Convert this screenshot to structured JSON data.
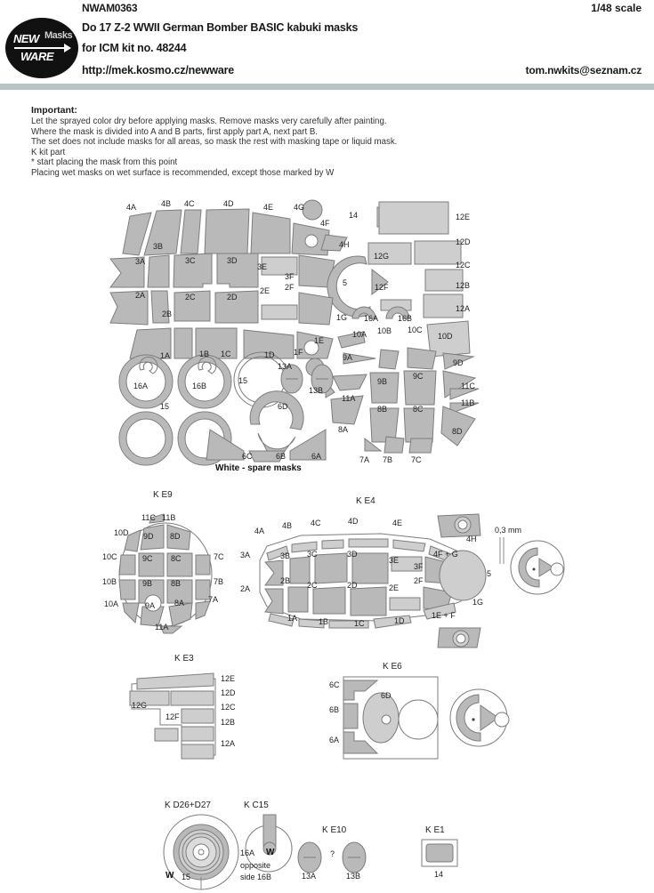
{
  "header": {
    "product_code": "NWAM0363",
    "scale": "1/48 scale",
    "title": "Do 17 Z-2 WWII German Bomber BASIC kabuki masks",
    "kit_line": "for ICM kit no. 48244",
    "url": "http://mek.kosmo.cz/newware",
    "email": "tom.nwkits@seznam.cz",
    "logo": {
      "new": "NEW",
      "masks": "Masks",
      "ware": "WARE"
    }
  },
  "important": {
    "heading": "Important:",
    "lines": [
      "Let the sprayed color dry before applying masks. Remove masks very carefully after painting.",
      "Where the mask is divided into A and B parts, first apply part A, next part B.",
      "The set does not include masks for all areas, so mask the rest with masking tape or liquid mask.",
      "K  kit part",
      "*  start placing the mask from this point",
      "Placing wet masks on wet surface is recommended, except those marked by W"
    ]
  },
  "sheet": {
    "caption_white_spare": "White - spare masks",
    "labels_row4": [
      "4A",
      "4B",
      "4C",
      "4D",
      "4E",
      "4G",
      "4F",
      "4H"
    ],
    "labels_row3": [
      "3B",
      "3A",
      "3C",
      "3D",
      "3E",
      "3F"
    ],
    "labels_row2": [
      "2A",
      "2B",
      "2C",
      "2D",
      "2E",
      "2F"
    ],
    "labels_row1": [
      "1A",
      "1B",
      "1C",
      "1D",
      "1E",
      "1F",
      "1G"
    ],
    "labels_right_col": [
      "14",
      "12E",
      "12D",
      "12G",
      "12C",
      "12F",
      "12B",
      "12A"
    ],
    "labels_misc": [
      "5",
      "16A",
      "16B",
      "15",
      "13A",
      "13B",
      "6D",
      "6C",
      "6B",
      "6A"
    ],
    "labels_fan": [
      "10A",
      "10B",
      "10C",
      "10D",
      "9A",
      "9B",
      "9C",
      "9D",
      "11A",
      "11B",
      "11C",
      "8A",
      "8B",
      "8C",
      "8D",
      "7A",
      "7B",
      "7C"
    ]
  },
  "sections": {
    "e9": {
      "title": "K E9",
      "labels": [
        "11C",
        "11B",
        "10D",
        "9D",
        "8D",
        "10C",
        "9C",
        "8C",
        "7C",
        "10B",
        "9B",
        "8B",
        "7B",
        "10A",
        "9A",
        "8A",
        "7A",
        "11A"
      ]
    },
    "e4": {
      "title": "K E4",
      "labels_top": [
        "4A",
        "4B",
        "4C",
        "4D",
        "4E",
        "4F + G",
        "4H"
      ],
      "labels_mid": [
        "3A",
        "3B",
        "3C",
        "3D",
        "3E",
        "3F",
        "2F",
        "1G",
        "5"
      ],
      "labels_low": [
        "2A",
        "2B",
        "2C",
        "2D",
        "2E",
        "1A",
        "1B",
        "1C",
        "1D",
        "1E + F"
      ],
      "dim": "0,3 mm"
    },
    "e3": {
      "title": "K E3",
      "labels": [
        "12E",
        "12D",
        "12C",
        "12B",
        "12A",
        "12G",
        "12F"
      ]
    },
    "e6": {
      "title": "K E6",
      "labels": [
        "6C",
        "6B",
        "6A",
        "6D"
      ]
    },
    "wheels": {
      "title": "K D26+D27",
      "mark": "W",
      "label": "15"
    },
    "c15": {
      "title": "K C15",
      "label": "16A",
      "mark": "W",
      "note1": "opposite",
      "note2": "side 16B"
    },
    "e10": {
      "title": "K E10",
      "labels": [
        "13A",
        "13B"
      ],
      "query": "?"
    },
    "e1": {
      "title": "K E1",
      "label": "14"
    }
  },
  "colors": {
    "mask_fill": "#b9b9b9",
    "mask_fill_light": "#cecece",
    "mask_stroke": "#7d7d7d",
    "rule": "#b9c2c4",
    "logo_bg": "#111111"
  }
}
